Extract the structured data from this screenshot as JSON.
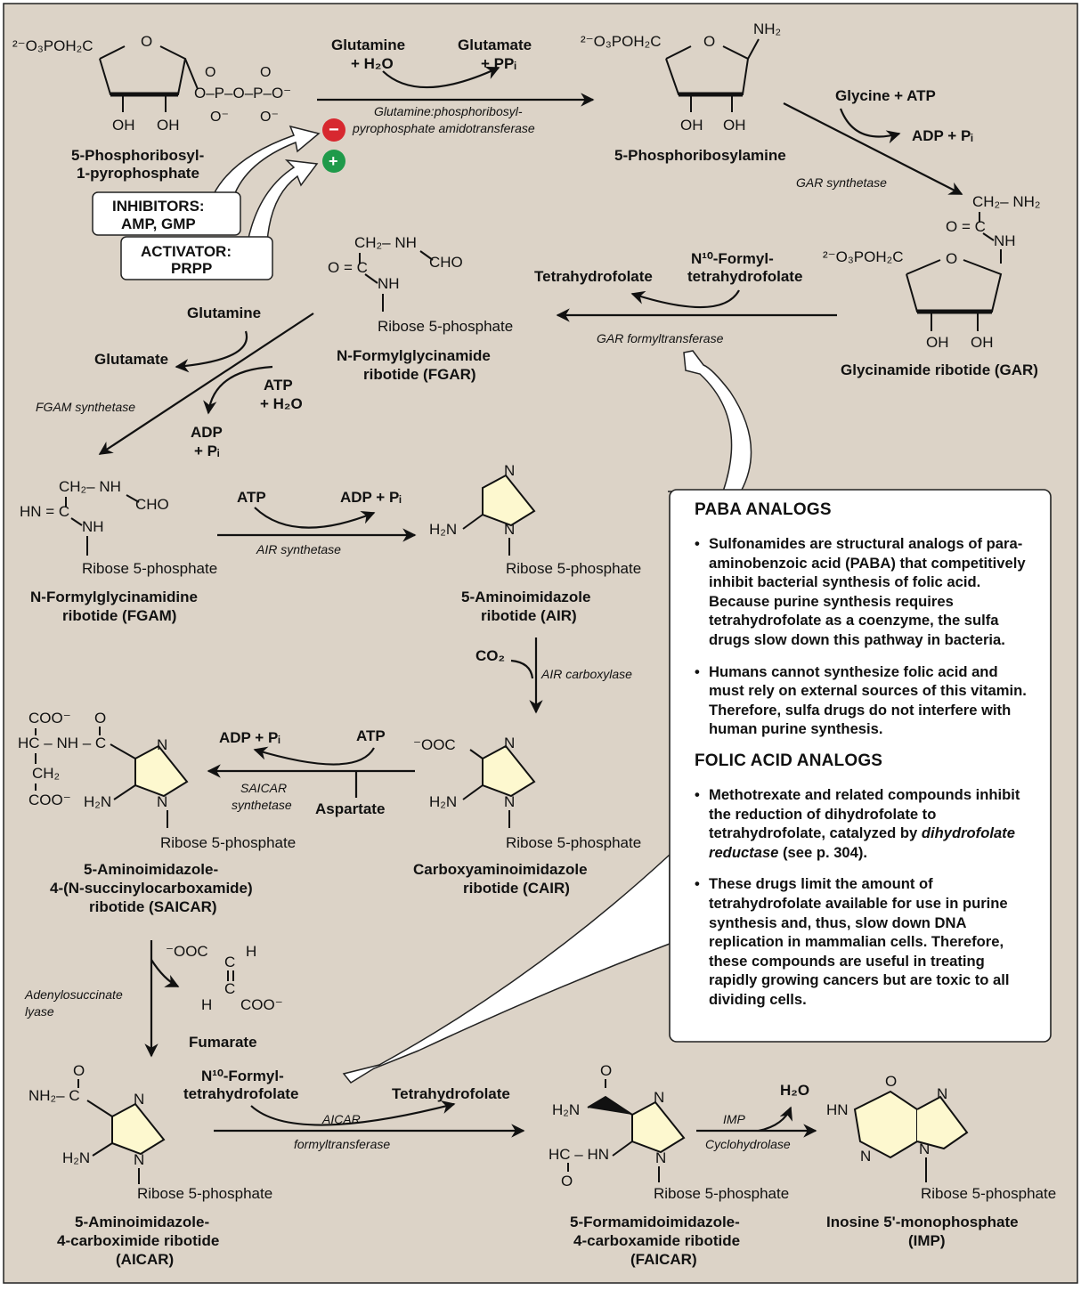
{
  "colors": {
    "background": "#dcd3c7",
    "inhibit": "#d7282f",
    "activate": "#1f9a4a",
    "ring_fill": "#fdf8cf",
    "box": "#ffffff"
  },
  "prpp": {
    "group": "²⁻O₃POH₂C",
    "ring_o": "O",
    "oh1": "OH",
    "oh2": "OH",
    "pp": "O–P–O–P–O⁻",
    "name1": "5-Phosphoribosyl-",
    "name2": "1-pyrophosphate"
  },
  "step1": {
    "in1": "Glutamine",
    "in2": "+ H₂O",
    "out1": "Glutamate",
    "out2": "+ PPᵢ",
    "enzyme1": "Glutamine:phosphoribosyl-",
    "enzyme2": "pyrophosphate amidotransferase"
  },
  "regulation": {
    "inhibit_symbol": "−",
    "activate_symbol": "+",
    "inhibitors_title": "INHIBITORS:",
    "inhibitors": "AMP, GMP",
    "activator_title": "ACTIVATOR:",
    "activator": "PRPP"
  },
  "pra": {
    "group": "²⁻O₃POH₂C",
    "ring_o": "O",
    "nh2": "NH₂",
    "oh1": "OH",
    "oh2": "OH",
    "name": "5-Phosphoribosylamine"
  },
  "step2": {
    "in": "Glycine + ATP",
    "out": "ADP + Pᵢ",
    "enzyme": "GAR synthetase"
  },
  "gar": {
    "ch2nh2": "CH₂– NH₂",
    "co": "O = C",
    "nh": "NH",
    "group": "²⁻O₃POH₂C",
    "ring_o": "O",
    "oh1": "OH",
    "oh2": "OH",
    "name": "Glycinamide ribotide (GAR)"
  },
  "step3": {
    "in1": "N¹⁰-Formyl-",
    "in2": "tetrahydrofolate",
    "out": "Tetrahydrofolate",
    "enzyme": "GAR formyltransferase"
  },
  "fgar": {
    "ch2": "CH₂– NH",
    "cho": "CHO",
    "co": "O = C",
    "nh": "NH",
    "ribose": "Ribose 5-phosphate",
    "name1": "N-Formylglycinamide",
    "name2": "ribotide (FGAR)"
  },
  "step4": {
    "in1": "Glutamine",
    "out1": "Glutamate",
    "in2": "ATP",
    "in3": "+ H₂O",
    "out2": "ADP",
    "out3": "+ Pᵢ",
    "enzyme": "FGAM synthetase"
  },
  "fgam": {
    "ch2": "CH₂– NH",
    "cho": "CHO",
    "hn": "HN = C",
    "nh": "NH",
    "ribose": "Ribose 5-phosphate",
    "name1": "N-Formylglycinamidine",
    "name2": "ribotide (FGAM)"
  },
  "step5": {
    "in": "ATP",
    "out": "ADP + Pᵢ",
    "enzyme": "AIR synthetase"
  },
  "air": {
    "n": "N",
    "h2n": "H₂N",
    "ring_n": "N",
    "ribose": "Ribose 5-phosphate",
    "name1": "5-Aminoimidazole",
    "name2": "ribotide (AIR)"
  },
  "step6": {
    "in": "CO₂",
    "enzyme": "AIR carboxylase"
  },
  "cair": {
    "ooc": "⁻OOC",
    "n": "N",
    "h2n": "H₂N",
    "ring_n": "N",
    "ribose": "Ribose 5-phosphate",
    "name1": "Carboxyaminoimidazole",
    "name2": "ribotide (CAIR)"
  },
  "step7": {
    "in1": "ATP",
    "in2": "Aspartate",
    "out": "ADP + Pᵢ",
    "enzyme1": "SAICAR",
    "enzyme2": "synthetase"
  },
  "saicar": {
    "coo1": "COO⁻",
    "o": "O",
    "hc": "HC – NH – C",
    "ch2": "CH₂",
    "coo2": "COO⁻",
    "n": "N",
    "h2n": "H₂N",
    "ring_n": "N",
    "ribose": "Ribose 5-phosphate",
    "name1": "5-Aminoimidazole-",
    "name2": "4-(N-succinylocarboxamide)",
    "name3": "ribotide (SAICAR)"
  },
  "step8": {
    "enzyme1": "Adenylosuccinate",
    "enzyme2": "lyase",
    "ooc": "⁻OOC",
    "h1": "H",
    "c1": "C",
    "c2": "C",
    "h2": "H",
    "coo": "COO⁻",
    "out": "Fumarate"
  },
  "aicar": {
    "o": "O",
    "nh2": "NH₂– C",
    "n": "N",
    "h2n": "H₂N",
    "ring_n": "N",
    "ribose": "Ribose 5-phosphate",
    "name1": "5-Aminoimidazole-",
    "name2": "4-carboximide ribotide",
    "name3": "(AICAR)"
  },
  "step9": {
    "in1": "N¹⁰-Formyl-",
    "in2": "tetrahydrofolate",
    "out": "Tetrahydrofolate",
    "enzyme1": "AICAR",
    "enzyme2": "formyltransferase"
  },
  "faicar": {
    "o1": "O",
    "h2n": "H₂N",
    "n": "N",
    "hc": "HC – HN",
    "o2": "O",
    "ring_n": "N",
    "ribose": "Ribose 5-phosphate",
    "name1": "5-Formamidoimidazole-",
    "name2": "4-carboxamide ribotide",
    "name3": "(FAICAR)"
  },
  "step10": {
    "out": "H₂O",
    "enzyme1": "IMP",
    "enzyme2": "Cyclohydrolase"
  },
  "imp": {
    "o": "O",
    "hn": "HN",
    "n1": "N",
    "n2": "N",
    "n3": "N",
    "ribose": "Ribose 5-phosphate",
    "name1": "Inosine 5'-monophosphate",
    "name2": "(IMP)"
  },
  "callout": {
    "paba_title": "PABA ANALOGS",
    "paba_items": [
      "Sulfonamides are structural analogs of para-aminobenzoic acid (PABA) that competitively inhibit bacterial synthesis of folic acid. Because purine synthesis requires tetrahydrofolate as a coenzyme, the sulfa drugs slow down this pathway in bacteria.",
      "Humans cannot synthesize folic acid and must rely on external sources of this vitamin. Therefore, sulfa drugs do not interfere with human purine synthesis."
    ],
    "folic_title": "FOLIC ACID ANALOGS",
    "folic_item1_pre": "Methotrexate and related compounds inhibit the reduction of dihydrofolate to tetrahydrofolate, catalyzed by ",
    "folic_item1_ital": "dihydrofolate reductase",
    "folic_item1_post": " (see p. 304).",
    "folic_item2": "These drugs limit the amount of tetrahydrofolate available for use in purine synthesis and, thus, slow down DNA replication in mammalian cells. Therefore, these compounds are useful in treating rapidly growing cancers but are toxic to all dividing cells."
  }
}
